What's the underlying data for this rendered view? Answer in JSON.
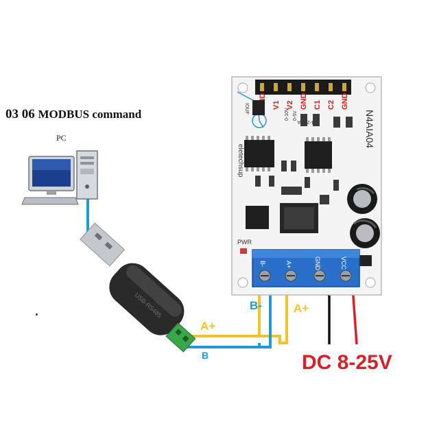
{
  "headline": {
    "code": "03 06",
    "command": "MODBUS command"
  },
  "pc": {
    "label": "PC"
  },
  "wires": {
    "a_plus_usb": "A+",
    "a_plus_board": "A+",
    "b_minus_board": "B-",
    "b_usb": "B"
  },
  "power": {
    "label": "DC 8-25V"
  },
  "board": {
    "model": "N4AIA04",
    "brand": "eletechsup",
    "power_indicator": "PWR",
    "header_pins": [
      "GND",
      "V1",
      "V2",
      "GND",
      "C1",
      "C2",
      "GND"
    ],
    "silk_small": [
      "0-5V",
      "0-10V",
      "4-20MA",
      "IOUF"
    ],
    "terminal_labels": [
      "B-",
      "A+",
      "GND",
      "VCC"
    ]
  },
  "colors": {
    "wire_blue": "#1f9bd1",
    "wire_yellow": "#f2c22a",
    "wire_red": "#d6202a",
    "wire_black": "#111111",
    "terminal_blue": "#2a6fc9",
    "pin_label_red": "#e01818"
  },
  "icons": [
    "pc-icon",
    "usb-adapter-icon",
    "modbus-board-icon",
    "terminal-block-icon"
  ]
}
